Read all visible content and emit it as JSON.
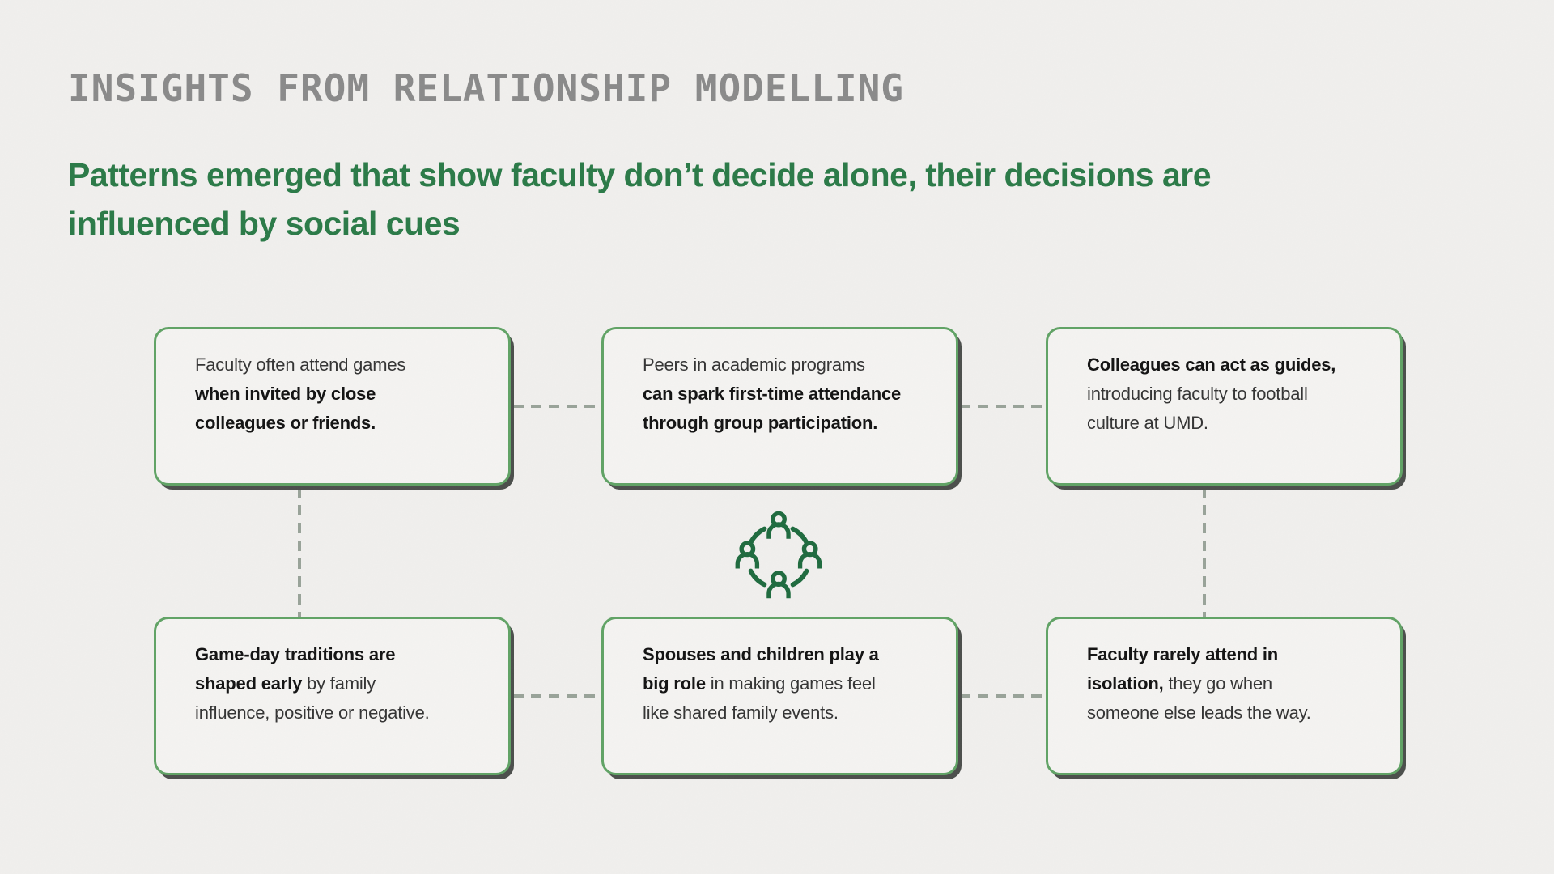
{
  "slide": {
    "eyebrow": "INSIGHTS FROM RELATIONSHIP MODELLING",
    "headline": "Patterns emerged that show faculty don’t decide alone, their decisions are\ninfluenced by social cues"
  },
  "center_icon": "people-circle-icon",
  "colors": {
    "background": "#f1f0ee",
    "box_background": "#f5f4f2",
    "border_green": "#60a365",
    "headline_green": "#2a7a47",
    "icon_green": "#1e6b3e",
    "connector_gray": "#99a399",
    "eyebrow_gray": "#8a8a8a",
    "text_regular": "#333333",
    "text_bold": "#121212",
    "shadow": "#4b4e4b"
  },
  "boxes": [
    {
      "segments": [
        {
          "text": "Faculty often attend games\n",
          "bold": false
        },
        {
          "text": "when invited by close\ncolleagues or friends.",
          "bold": true
        }
      ]
    },
    {
      "segments": [
        {
          "text": "Peers in academic programs\n",
          "bold": false
        },
        {
          "text": "can spark first-time attendance\nthrough group participation.",
          "bold": true
        }
      ]
    },
    {
      "segments": [
        {
          "text": "Colleagues can act as guides,\n",
          "bold": true
        },
        {
          "text": "introducing faculty to football\nculture at UMD.",
          "bold": false
        }
      ]
    },
    {
      "segments": [
        {
          "text": "Game-day traditions are\nshaped early",
          "bold": true
        },
        {
          "text": " by family\ninfluence, positive or negative.",
          "bold": false
        }
      ]
    },
    {
      "segments": [
        {
          "text": "Spouses and children play a\nbig role",
          "bold": true
        },
        {
          "text": " in making games feel\nlike shared family events.",
          "bold": false
        }
      ]
    },
    {
      "segments": [
        {
          "text": "Faculty rarely attend in\nisolation,",
          "bold": true
        },
        {
          "text": " they go when\nsomeone else leads the way.",
          "bold": false
        }
      ]
    }
  ]
}
